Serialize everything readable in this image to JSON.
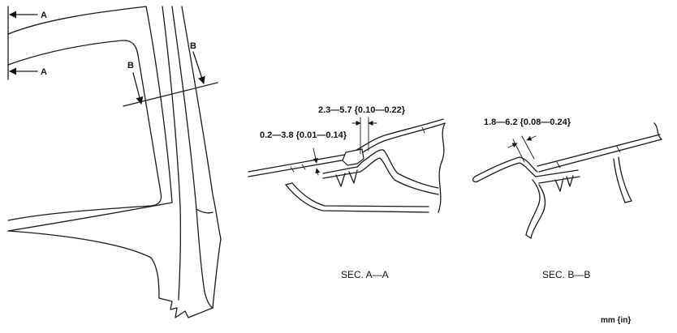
{
  "cut_labels": {
    "a_top": "A",
    "a_bottom": "A",
    "b_left": "B",
    "b_right": "B"
  },
  "section_a": {
    "caption": "SEC. A—A",
    "dim_gap_top": "2.3—5.7 {0.10—0.22}",
    "dim_gap_side": "0.2—3.8 {0.01—0.14}"
  },
  "section_b": {
    "caption": "SEC. B—B",
    "dim_gap": "1.8—6.2 {0.08—0.24}"
  },
  "units_note": "mm {in}"
}
